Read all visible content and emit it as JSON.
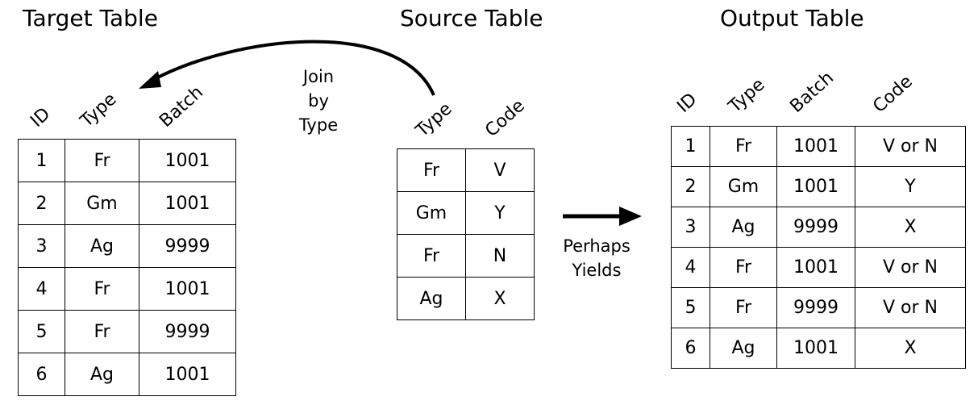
{
  "target": {
    "title": "Target Table",
    "headers": [
      "ID",
      "Type",
      "Batch"
    ],
    "rows": [
      [
        "1",
        "Fr",
        "1001"
      ],
      [
        "2",
        "Gm",
        "1001"
      ],
      [
        "3",
        "Ag",
        "9999"
      ],
      [
        "4",
        "Fr",
        "1001"
      ],
      [
        "5",
        "Fr",
        "9999"
      ],
      [
        "6",
        "Ag",
        "1001"
      ]
    ]
  },
  "source": {
    "title": "Source Table",
    "headers": [
      "Type",
      "Code"
    ],
    "rows": [
      [
        "Fr",
        "V"
      ],
      [
        "Gm",
        "Y"
      ],
      [
        "Fr",
        "N"
      ],
      [
        "Ag",
        "X"
      ]
    ]
  },
  "output": {
    "title": "Output Table",
    "headers": [
      "ID",
      "Type",
      "Batch",
      "Code"
    ],
    "rows": [
      [
        "1",
        "Fr",
        "1001",
        "V or N"
      ],
      [
        "2",
        "Gm",
        "1001",
        "Y"
      ],
      [
        "3",
        "Ag",
        "9999",
        "X"
      ],
      [
        "4",
        "Fr",
        "1001",
        "V or N"
      ],
      [
        "5",
        "Fr",
        "9999",
        "V or N"
      ],
      [
        "6",
        "Ag",
        "1001",
        "X"
      ]
    ]
  },
  "join_note": {
    "line1": "Join",
    "line2": "by",
    "line3": "Type"
  },
  "yield_note": {
    "line1": "Perhaps",
    "line2": "Yields"
  }
}
